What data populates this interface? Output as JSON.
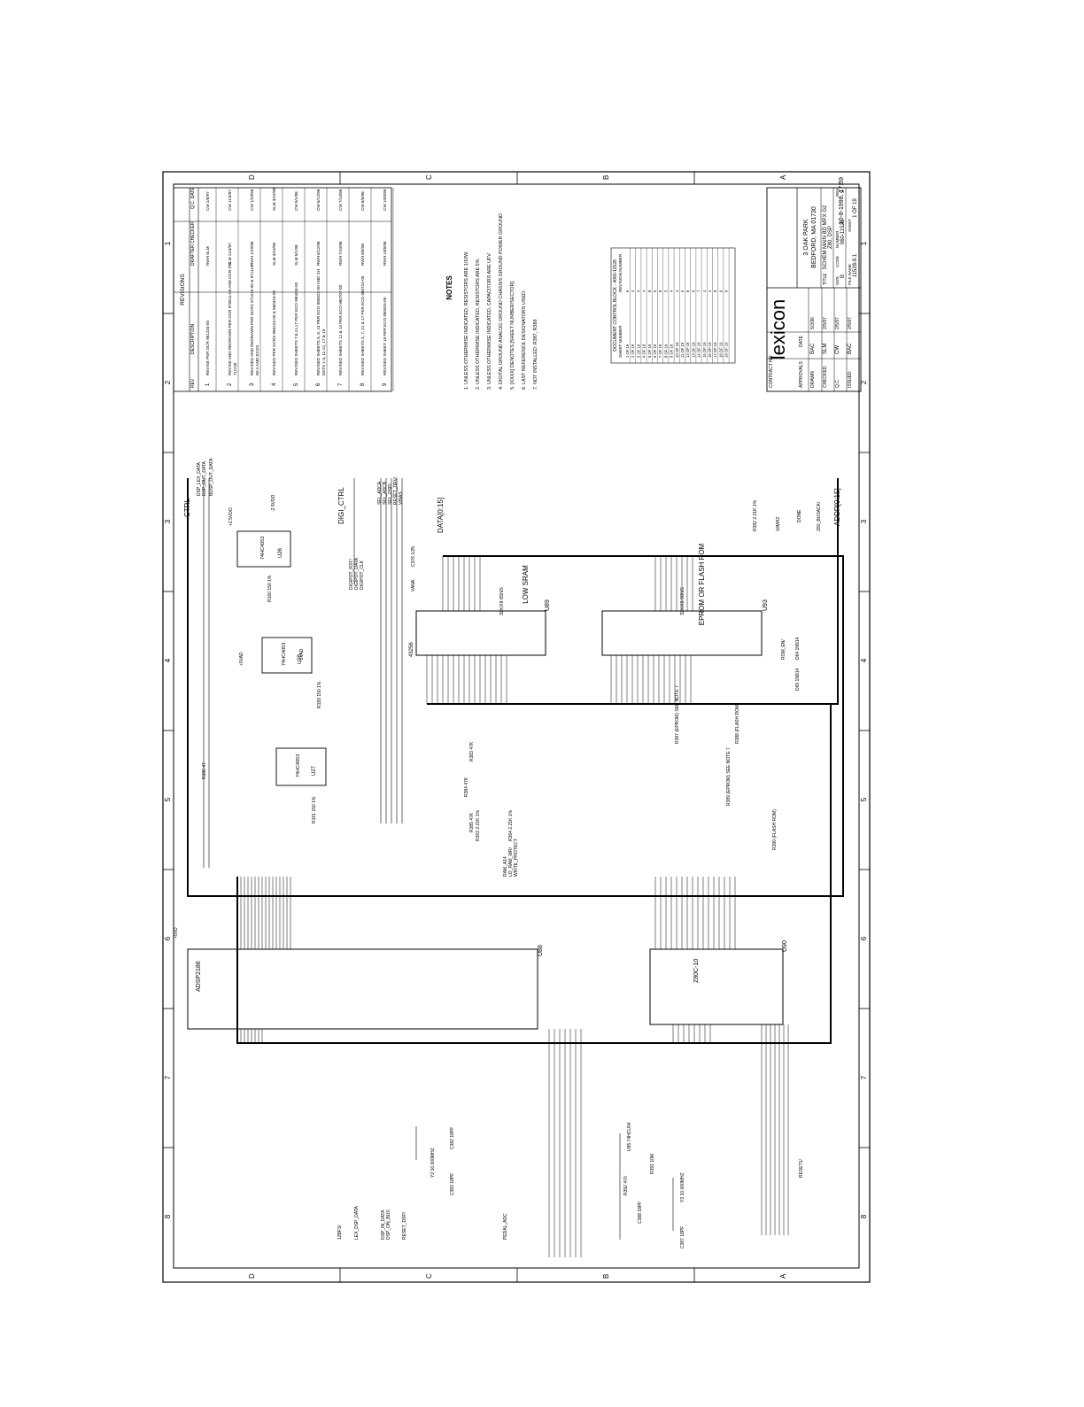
{
  "timestamp": "10-8-1998, 17:59",
  "zone_letters": [
    "D",
    "C",
    "B",
    "A"
  ],
  "zone_numbers": [
    "1",
    "2",
    "3",
    "4",
    "5",
    "6",
    "7",
    "8"
  ],
  "company": {
    "logo": "lexicon",
    "address_line1": "3 OAK PARK",
    "address_line2": "BEDFORD, MA  01730"
  },
  "title_block": {
    "title_label": "TITLE",
    "title": "SCHEM MAIN BD MPX G2",
    "subtitle": "Z80, DSP",
    "size_label": "SIZE",
    "size": "B",
    "code_label": "CODE",
    "number_label": "NUMBER",
    "number": "060-11528",
    "rev_label": "REV",
    "rev": "9",
    "file_label": "FILE NAME",
    "file_name": "11528-9.1",
    "sheet_label": "SHEET",
    "sheet": "1  OF  19",
    "contract_label": "CONTRACT NO.",
    "approvals_label": "APPROVALS",
    "date_label": "DATE",
    "rows": [
      {
        "role": "DRAWN",
        "by": "BAC",
        "date": "5/3/96"
      },
      {
        "role": "CHECKED",
        "by": "SLM",
        "date": "2/5/97"
      },
      {
        "role": "Q.C.",
        "by": "CW",
        "date": "2/5/97"
      },
      {
        "role": "ISSUED",
        "by": "BAC",
        "date": "2/5/97"
      }
    ]
  },
  "revisions": {
    "title": "REVISIONS",
    "headers": [
      "REV",
      "DESCRIPTION",
      "DRAFTER CHECKER",
      "Q.C. DATE"
    ],
    "rows": [
      {
        "rev": "1",
        "desc": "REVISE PER DCR 961234-00",
        "drafter": "RWH SLM",
        "qc": "CW 2/5/97"
      },
      {
        "rev": "2",
        "desc": "REVISE AND REDRAWN PER DCR 970611-00 AND DCR 970710-00",
        "drafter": "SLM 11/4/97",
        "qc": "CW 11/4/97"
      },
      {
        "rev": "3",
        "desc": "REVISED AND REDRAWN PER DCRS 971010-00 & 971110-00-A AND ECOS",
        "drafter": "RWH 1/29/98",
        "qc": "CW 1/29/98"
      },
      {
        "rev": "4",
        "desc": "REVISED PER DCRS 980223-00 & 980324-00",
        "drafter": "SLM 3/24/98",
        "qc": "SLM 3/24/98"
      },
      {
        "rev": "5",
        "desc": "REVISED SHEETS 7,8,11,17 PER ECO 980433-00",
        "drafter": "SLM 5/1/98",
        "qc": "CW 5/1/98"
      },
      {
        "rev": "6",
        "desc": "REVISED SHEETS 6, 8, 13 PER ECO 980622-00 AND SHEETS 1-4, 11-12, 17 & 19",
        "drafter": "RWH 6/12/98",
        "qc": "CW 6/12/98"
      },
      {
        "rev": "7",
        "desc": "REVISED SHEETS 12 & 14 PER ECO 980707-00",
        "drafter": "RWH 7/10/98",
        "qc": "CW 7/10/98"
      },
      {
        "rev": "8",
        "desc": "REVISED SHEETS 5, 7, 12 & 17 PER ECO 980724-00",
        "drafter": "RWH 8/5/98",
        "qc": "CW 8/5/98"
      },
      {
        "rev": "9",
        "desc": "REVISED SHEET 18 PER ECO 980925-00",
        "drafter": "RWH 10/8/98",
        "qc": "CW 10/8/98"
      }
    ]
  },
  "notes": {
    "title": "NOTES",
    "items": [
      "1. UNLESS OTHERWISE INDICATED, RESISTORS ARE 1/10W.",
      "2. UNLESS OTHERWISE INDICATED, RESISTORS ARE 5%.",
      "3. UNLESS OTHERWISE INDICATED, CAPACITORS ARE UFV.",
      "4.  DIGITAL GROUND   ANALOG GROUND   CHASSIS GROUND   POWER GROUND",
      "5. [XXXX] DENOTES [SHEET NUMBER/SECTOR].",
      "6. LAST REFERENCE DESIGNATORS USED:",
      "7. NOT INSTALLED: R387, R389"
    ]
  },
  "doc_control": {
    "title": "DOCUMENT CONTROL BLOCK - 4060-11528",
    "headers": [
      "SHEET NUMBER",
      "REVISION NUMBER"
    ],
    "rows": [
      [
        "1 OF 19",
        "9"
      ],
      [
        "2 OF 19",
        "4"
      ],
      [
        "3 OF 19",
        "4"
      ],
      [
        "4 OF 19",
        "4"
      ],
      [
        "5 OF 19",
        "8"
      ],
      [
        "6 OF 19",
        "6"
      ],
      [
        "7 OF 19",
        "8"
      ],
      [
        "8 OF 19",
        "5"
      ],
      [
        "9 OF 19",
        "4"
      ],
      [
        "10 OF 19",
        "4"
      ],
      [
        "11 OF 19",
        "6"
      ],
      [
        "12 OF 19",
        "8"
      ],
      [
        "13 OF 19",
        "6"
      ],
      [
        "14 OF 19",
        "7"
      ],
      [
        "15 OF 19",
        "4"
      ],
      [
        "16 OF 19",
        "4"
      ],
      [
        "17 OF 19",
        "8"
      ],
      [
        "18 OF 19",
        "9"
      ],
      [
        "19 OF 19",
        "6"
      ]
    ]
  },
  "chips": {
    "dsp": {
      "ref": "U88",
      "part": "ADSP2186"
    },
    "cpu": {
      "ref": "U90",
      "part": "Z80C-10"
    },
    "sram": {
      "ref": "U89",
      "part": "43256",
      "label": "LOW SRAM",
      "org": "32KX8 85NS"
    },
    "eprom": {
      "ref": "U93",
      "label": "EPROM OR FLASH ROM",
      "org": "32KX8 90NS"
    },
    "pots": [
      {
        "ref": "U26",
        "part": "74HC4053"
      },
      {
        "ref": "U28",
        "part": "74HC4053"
      },
      {
        "ref": "U27",
        "part": "74HC4053"
      }
    ]
  },
  "bus_labels": {
    "ctrl": "CTRL",
    "digi_ctrl": "DIGI_CTRL",
    "data": "DATA[0:15]",
    "addr": "ADDR[0:15]"
  },
  "offsheet": [
    "DSP_LEX_DATA",
    "DSP_OUT_DATA",
    "BDSP_OUT_DATA",
    "DIGIPOT_RST/",
    "DIGIPOT_DATA",
    "DIGIPOT_CLK",
    "SEL_ADCA",
    "SEL_ADCB",
    "SEL_DSP/",
    "RESET_DRV/",
    "VBIAS",
    "10MHZ",
    "DONE",
    "Z80_BUSACK/",
    "RAM_A14",
    "LO_RAM_WR/",
    "WRITE_PROTECT",
    "RESET_DSP/",
    "PEDAL_ADC",
    "DSP_ON_BUS",
    "DSP_IN_DATA",
    "LEX_DSP_DATA",
    "12BFS/",
    "RESET1/",
    "ROM_EN/"
  ],
  "components": [
    "R386 47",
    "R159 150 1%",
    "R160 150 1%",
    "R161 150 1%",
    "C376 1/25",
    "R383 47K",
    "R384 47K",
    "R385 47K",
    "R363 2.21K 1%",
    "R364 2.21K 1%",
    "R382 2.21K 1%",
    "D64 1N914",
    "D65 1N914",
    "R387 (EPROM) SEE NOTE 7",
    "R388 (FLASH ROM)",
    "R389 (EPROM) SEE NOTE 7",
    "R390 (FLASH ROM)",
    "Y2 16.000MHZ",
    "C382 18PF",
    "C383 18PF",
    "Y3 10.000MHZ",
    "C387 18PF",
    "C388 18PF",
    "R391 10M",
    "R392 470",
    "U95 74HCU04"
  ],
  "power_labels": [
    "+5VD",
    "+2.5VDO",
    "-2.5VDO",
    "+5VAD",
    "-5VAD",
    "VANA"
  ]
}
